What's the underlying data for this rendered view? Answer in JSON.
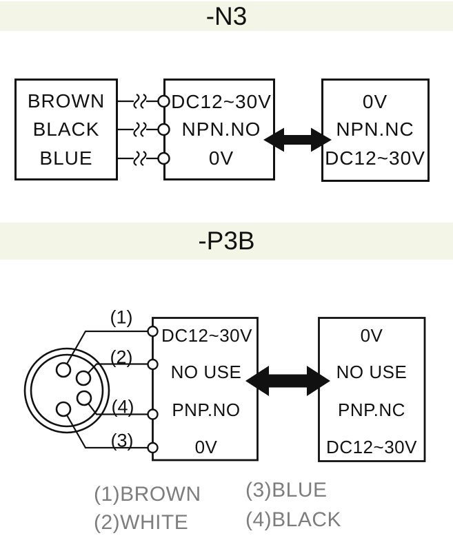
{
  "colors": {
    "band": "#f3f6e7",
    "line": "#111111",
    "text": "#111111",
    "legend": "#7d7d7d",
    "bg": "#ffffff"
  },
  "section_n3": {
    "title": "-N3",
    "wire_box": {
      "rows": [
        "BROWN",
        "BLACK",
        "BLUE"
      ]
    },
    "main_box": {
      "rows": [
        "DC12~30V",
        "NPN.NO",
        "0V"
      ]
    },
    "alt_box": {
      "rows": [
        "0V",
        "NPN.NC",
        "DC12~30V"
      ]
    }
  },
  "section_p3b": {
    "title": "-P3B",
    "pin_labels": [
      "(1)",
      "(2)",
      "(4)",
      "(3)"
    ],
    "main_box": {
      "rows": [
        "DC12~30V",
        "NO USE",
        "PNP.NO",
        "0V"
      ]
    },
    "alt_box": {
      "rows": [
        "0V",
        "NO USE",
        "PNP.NC",
        "DC12~30V"
      ]
    },
    "legend": [
      "(1)BROWN",
      "(2)WHITE",
      "(3)BLUE",
      "(4)BLACK"
    ]
  }
}
